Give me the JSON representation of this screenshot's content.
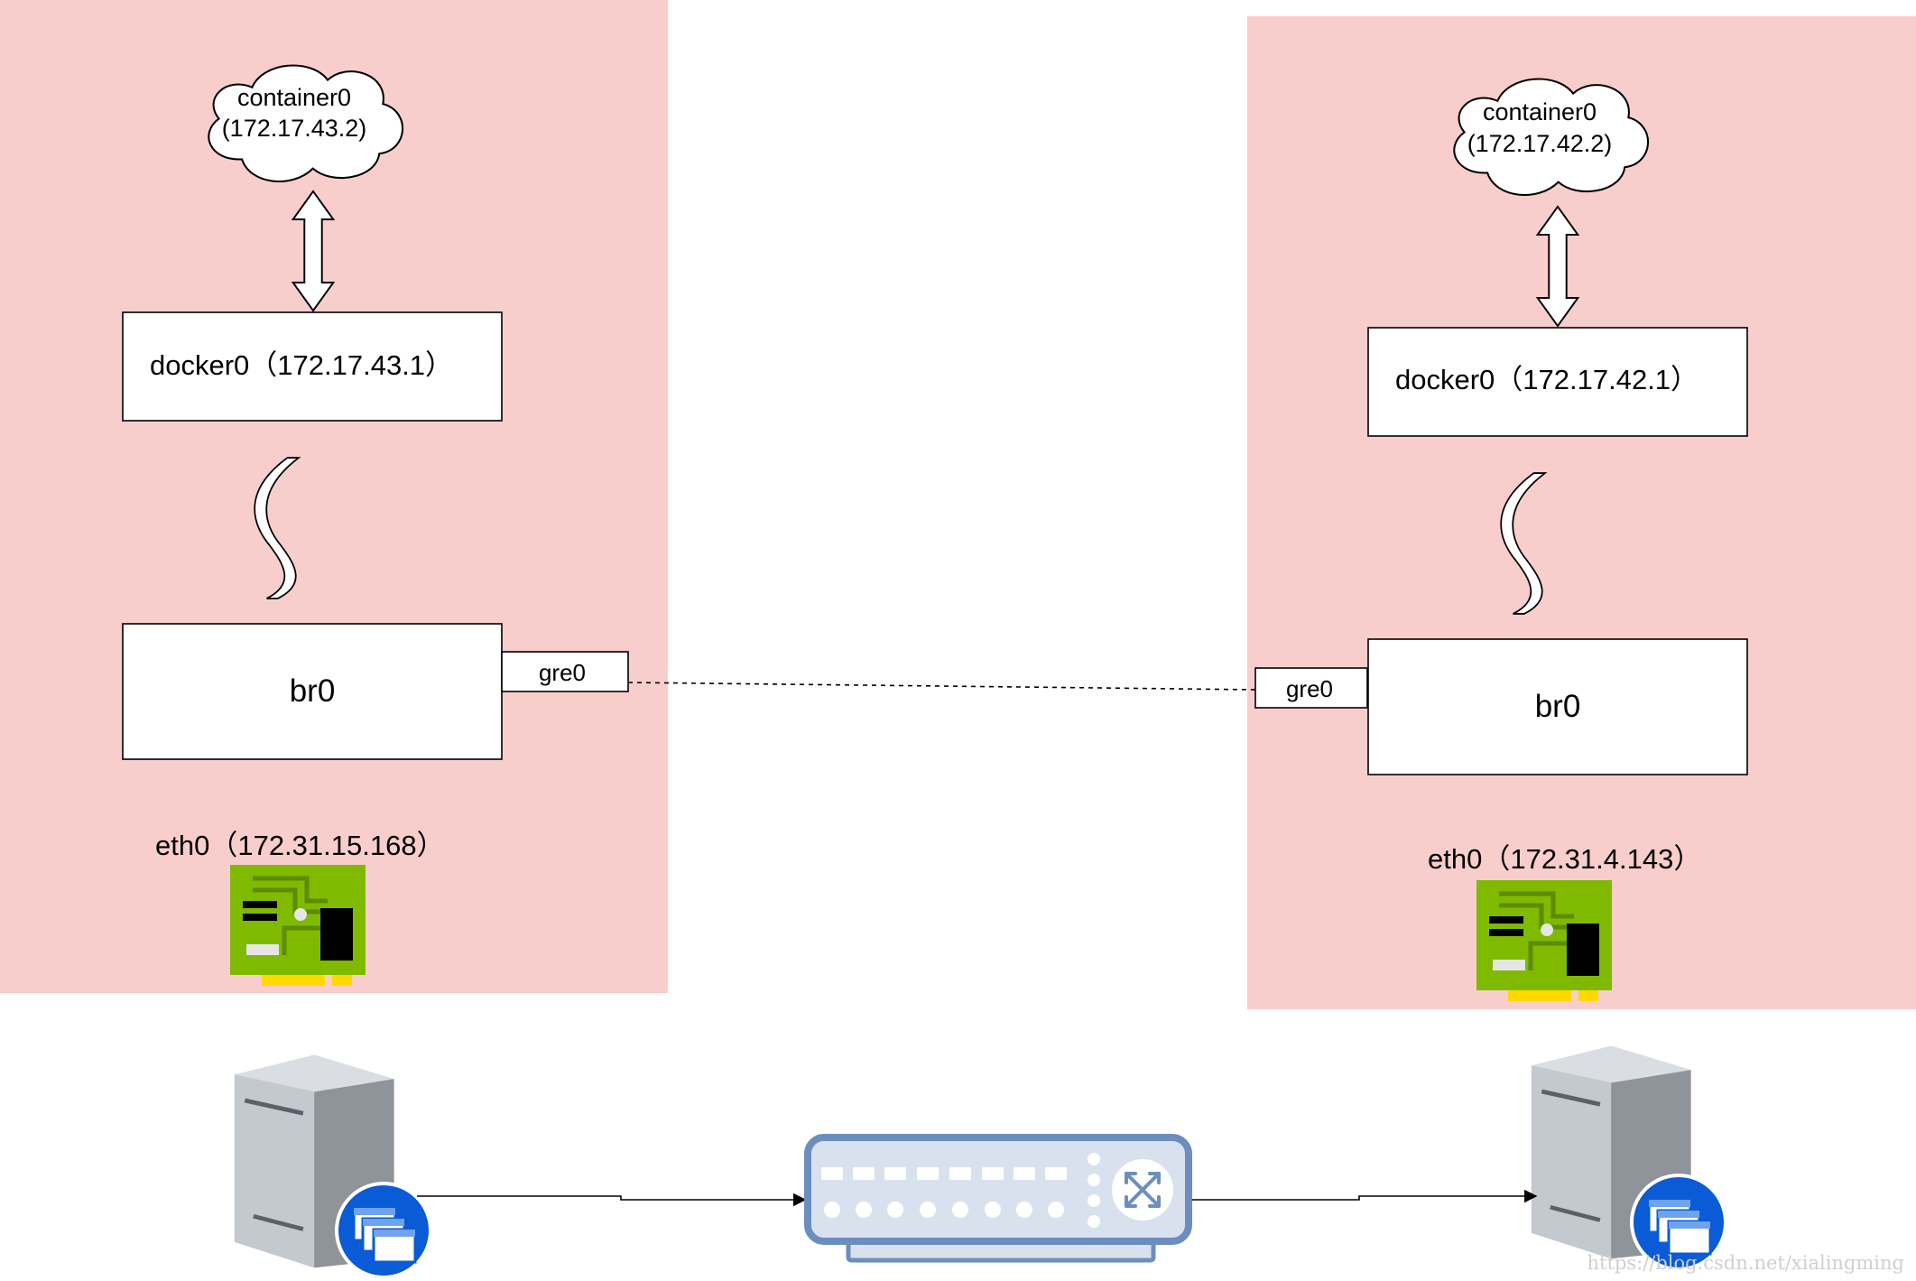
{
  "hosts": {
    "left": {
      "container_name": "container0",
      "container_ip": "(172.17.43.2)",
      "docker0": "docker0（172.17.43.1）",
      "bridge": "br0",
      "gre": "gre0",
      "eth0": "eth0（172.31.15.168）"
    },
    "right": {
      "container_name": "container0",
      "container_ip": "(172.17.42.2)",
      "docker0": "docker0（172.17.42.1）",
      "bridge": "br0",
      "gre": "gre0",
      "eth0": "eth0（172.31.4.143）"
    }
  },
  "watermark": "https://blog.csdn.net/xialingming",
  "colors": {
    "host_panel": "#f8cecc",
    "nic_board": "#7fba00",
    "nic_pins": "#ffd800",
    "switch_body": "#dae1ee",
    "switch_border": "#6c8ebf",
    "vm_badge": "#0a5bd6"
  },
  "icons": {
    "nic": "network-card-icon",
    "server": "server-icon",
    "switch": "network-switch-icon",
    "virtual_machine_badge": "virtual-machine-icon"
  }
}
